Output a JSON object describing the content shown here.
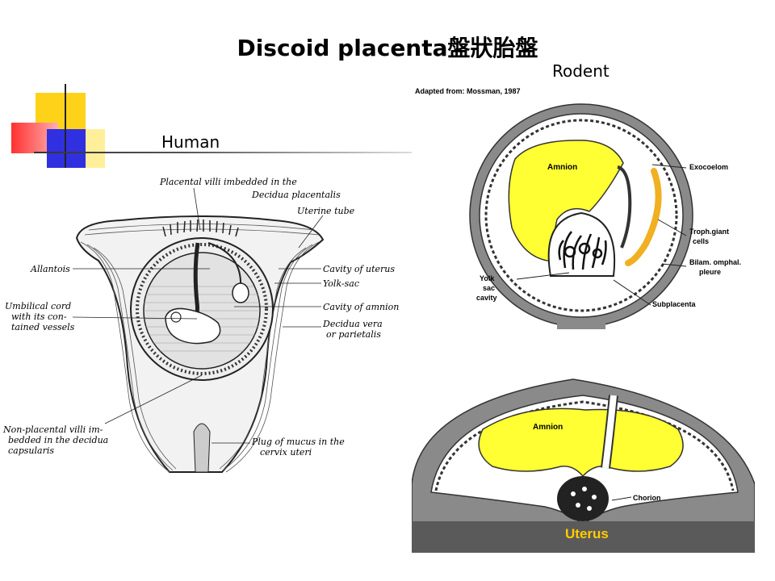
{
  "slide": {
    "title": "Discoid placenta盤狀胎盤",
    "label_human": "Human",
    "label_rodent": "Rodent"
  },
  "human_figure": {
    "labels": {
      "placental_villi_1": "Placental villi imbedded in the",
      "placental_villi_2": "Decidua placentalis",
      "uterine_tube": "Uterine tube",
      "allantois": "Allantois",
      "cavity_uterus": "Cavity of uterus",
      "yolk_sac": "Yolk-sac",
      "umbilical_1": "Umbilical cord",
      "umbilical_2": "with its con-",
      "umbilical_3": "tained vessels",
      "cavity_amnion": "Cavity of amnion",
      "decidua_vera_1": "Decidua vera",
      "decidua_vera_2": "or parietalis",
      "nonplacental_1": "Non-placental villi im-",
      "nonplacental_2": "bedded in the decidua",
      "nonplacental_3": "capsularis",
      "plug_1": "Plug of mucus in the",
      "plug_2": "cervix uteri"
    }
  },
  "rodent_figure_top": {
    "caption": "Adapted from: Mossman, 1987",
    "labels": {
      "amnion": "Amnion",
      "exocoelom": "Exocoelom",
      "troph_1": "Troph.giant",
      "troph_2": "cells",
      "bilam_1": "Bilam. omphal.",
      "bilam_2": "pleure",
      "yolk_1": "Yolk",
      "yolk_2": "sac",
      "yolk_3": "cavity",
      "subplacenta": "Subplacenta"
    },
    "colors": {
      "amnion_fill": "#ffff33",
      "trophoblast": "#f0b020"
    }
  },
  "rodent_figure_bottom": {
    "labels": {
      "amnion": "Amnion",
      "chorion": "Chorion",
      "uterus": "Uterus"
    },
    "colors": {
      "amnion_fill": "#ffff33",
      "uterus_text": "#ffcc00",
      "uterus_fill": "#5a5a5a"
    }
  }
}
